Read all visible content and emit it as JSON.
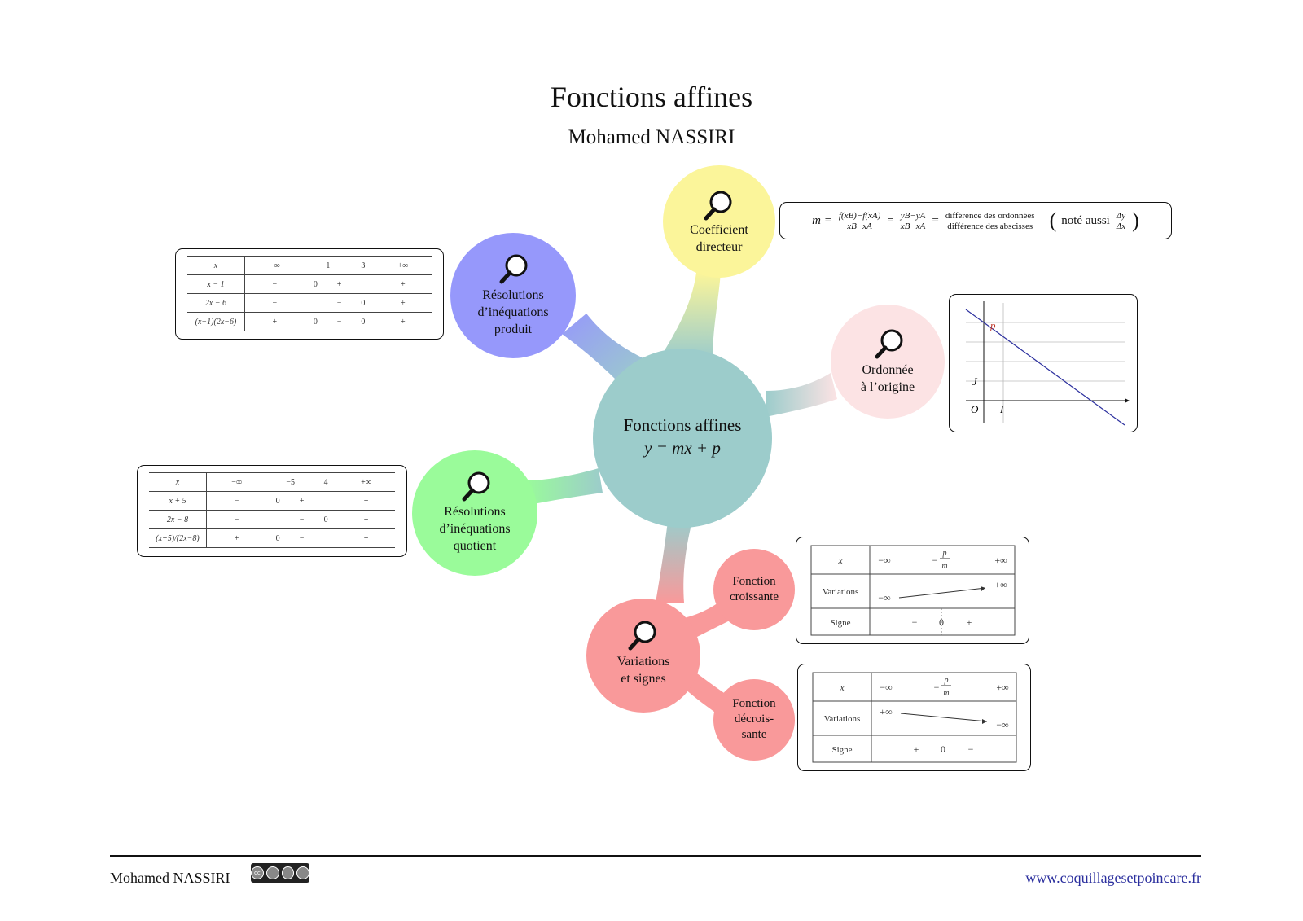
{
  "header": {
    "title": "Fonctions affines",
    "author": "Mohamed NASSIRI"
  },
  "center": {
    "line1": "Fonctions affines",
    "line2": "y = mx + p"
  },
  "nodes": {
    "coefficient": [
      "Coefficient",
      "directeur"
    ],
    "produit": [
      "Résolutions",
      "d’inéquations",
      "produit"
    ],
    "origine": [
      "Ordonnée",
      "à l’origine"
    ],
    "quotient": [
      "Résolutions",
      "d’inéquations",
      "quotient"
    ],
    "variations": [
      "Variations",
      "et signes"
    ],
    "croissante": [
      "Fonction",
      "croissante"
    ],
    "decroissante": [
      "Fonction",
      "décrois-",
      "sante"
    ]
  },
  "colors": {
    "center": "#9ccccb",
    "coefficient": "#fbf59a",
    "produit": "#9698fb",
    "origine": "#fce3e4",
    "quotient": "#9afb9a",
    "variations": "#f9999a"
  },
  "icons": {
    "node": "magnifier-icon"
  },
  "formula": {
    "m": "m =",
    "f1_num": "f(xB)−f(xA)",
    "f1_den": "xB−xA",
    "eq": "=",
    "f2_num": "yB−yA",
    "f2_den": "xB−xA",
    "f3_num": "différence des ordonnées",
    "f3_den": "différence des abscisses",
    "note": "noté aussi",
    "f4_num": "Δy",
    "f4_den": "Δx"
  },
  "graph": {
    "p": "p",
    "J": "J",
    "O": "O",
    "I": "I"
  },
  "table_produit": {
    "header": [
      "x",
      "−∞",
      "1",
      "3",
      "+∞"
    ],
    "rows": [
      [
        "x − 1",
        "−",
        "0",
        "+",
        "",
        "+"
      ],
      [
        "2x − 6",
        "−",
        "",
        "−",
        "0",
        "+"
      ],
      [
        "(x−1)(2x−6)",
        "+",
        "0",
        "−",
        "0",
        "+"
      ]
    ]
  },
  "table_quotient": {
    "header": [
      "x",
      "−∞",
      "−5",
      "4",
      "+∞"
    ],
    "rows": [
      [
        "x + 5",
        "−",
        "0",
        "+",
        "",
        "+"
      ],
      [
        "2x − 8",
        "−",
        "",
        "−",
        "0",
        "+"
      ],
      [
        "(x+5)/(2x−8)",
        "+",
        "0",
        "−",
        "",
        "+"
      ]
    ]
  },
  "table_croissante": {
    "x": "x",
    "minus_inf": "−∞",
    "root_num": "p",
    "root_den": "m",
    "root_sign": "−",
    "plus_inf": "+∞",
    "variations": "Variations",
    "var_start": "−∞",
    "var_end": "+∞",
    "signe": "Signe",
    "s1": "−",
    "zero": "0",
    "s2": "+"
  },
  "table_decroissante": {
    "x": "x",
    "minus_inf": "−∞",
    "root_num": "p",
    "root_den": "m",
    "root_sign": "−",
    "plus_inf": "+∞",
    "variations": "Variations",
    "var_start": "+∞",
    "var_end": "−∞",
    "signe": "Signe",
    "s1": "+",
    "zero": "0",
    "s2": "−"
  },
  "footer": {
    "author": "Mohamed NASSIRI",
    "url": "www.coquillagesetpoincare.fr",
    "license": "BY NC SA"
  }
}
